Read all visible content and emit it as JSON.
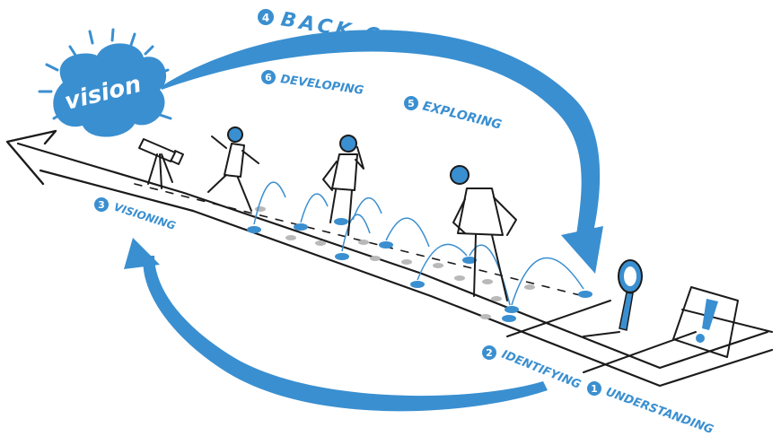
{
  "colors": {
    "accent": "#3a8fd0",
    "ink": "#1b1b1b",
    "dots": "#b9b9b9"
  },
  "vision": {
    "text": "vision"
  },
  "steps": [
    {
      "num": "4",
      "text": "BACK CASTING"
    },
    {
      "num": "6",
      "text": "DEVELOPING"
    },
    {
      "num": "5",
      "text": "EXPLORING"
    },
    {
      "num": "3",
      "text": "VISIONING"
    },
    {
      "num": "2",
      "text": "IDENTIFYING"
    },
    {
      "num": "1",
      "text": "UNDERSTANDING"
    }
  ],
  "icons": [
    "telescope-icon",
    "magnifier-icon",
    "exclamation-sign-icon"
  ]
}
